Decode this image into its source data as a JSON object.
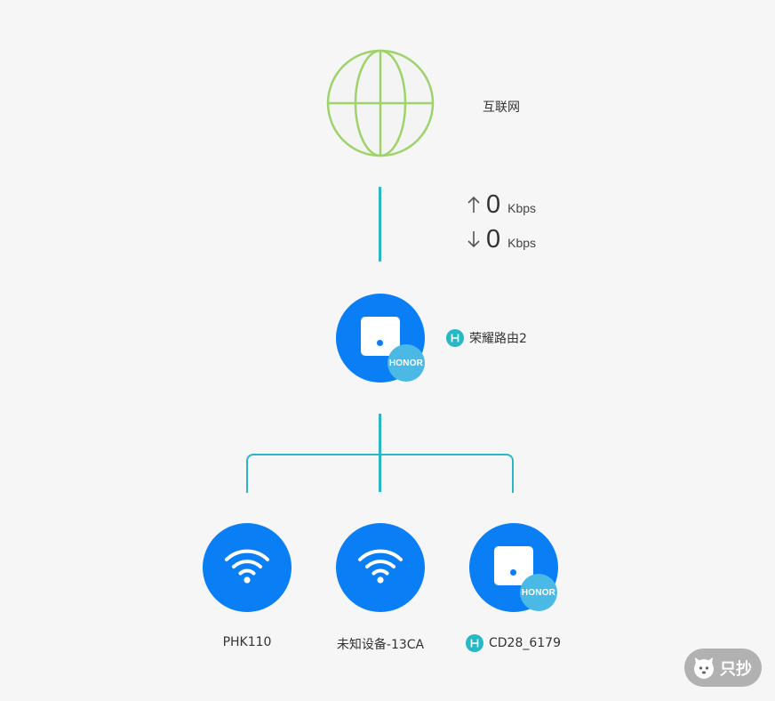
{
  "internet": {
    "label": "互联网",
    "icon": "globe-icon"
  },
  "traffic": {
    "upload": {
      "value": "0",
      "unit": "Kbps",
      "icon": "arrow-up-icon"
    },
    "download": {
      "value": "0",
      "unit": "Kbps",
      "icon": "arrow-down-icon"
    }
  },
  "main_router": {
    "name": "荣耀路由2",
    "brand_badge": "HONOR",
    "icon": "router-icon"
  },
  "devices": [
    {
      "name": "PHK110",
      "icon": "wifi-icon"
    },
    {
      "name": "未知设备-13CA",
      "icon": "wifi-icon"
    },
    {
      "name": "CD28_6179",
      "icon": "router-icon",
      "brand_badge": "HONOR"
    }
  ],
  "watermark": {
    "text": "只抄",
    "icon": "dog-logo-icon"
  },
  "colors": {
    "background": "#f6f6f6",
    "device_blue": "#0a7ff5",
    "connector_teal": "#29b6c8",
    "globe_green": "#9ed36a",
    "badge_blue": "#4bb9e6",
    "mini_router_teal": "#25b9c6"
  }
}
